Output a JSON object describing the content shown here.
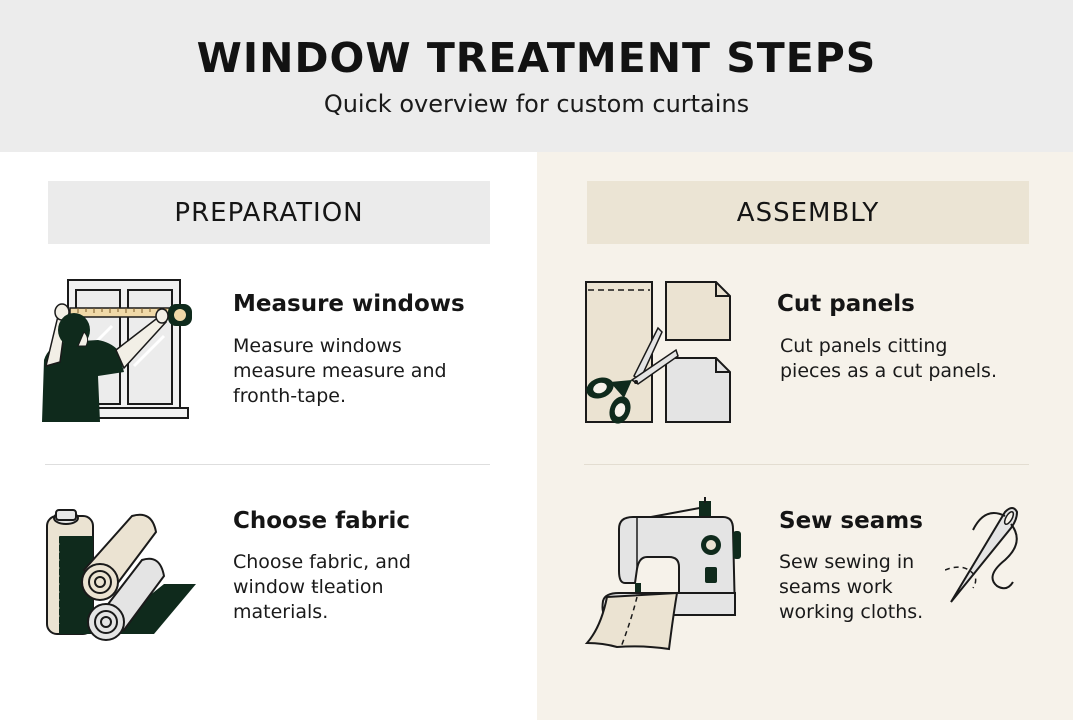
{
  "header": {
    "title": "WINDOW TREATMENT STEPS",
    "subtitle": "Quick overview for custom curtains"
  },
  "colors": {
    "header_bg": "#ececec",
    "left_panel_bg": "#ffffff",
    "right_panel_bg": "#f6f2ea",
    "left_section_bg": "#ebebeb",
    "right_section_bg": "#ebe4d4",
    "accent_dark_green": "#0f2a1c",
    "fabric_cream": "#ebe3d2",
    "fabric_light_gray": "#e4e4e4"
  },
  "sections": [
    {
      "heading": "PREPARATION",
      "steps": [
        {
          "icon": "measuring-tape-window-icon",
          "title": "Measure windows",
          "description": "Measure windows\nmeasure measure and\nfronth-tape."
        },
        {
          "icon": "fabric-rolls-icon",
          "title": "Choose fabric",
          "description": "Choose fabric, and\nwindow ŧleation\nmaterials."
        }
      ]
    },
    {
      "heading": "ASSEMBLY",
      "steps": [
        {
          "icon": "scissors-panels-icon",
          "title": "Cut panels",
          "description": "Cut panels citting\npieces as a cut panels."
        },
        {
          "icon": "sewing-machine-icon",
          "title": "Sew seams",
          "description": "Sew sewing in\nseams work\nworking cloths.",
          "extra_icon": "needle-thread-icon"
        }
      ]
    }
  ]
}
